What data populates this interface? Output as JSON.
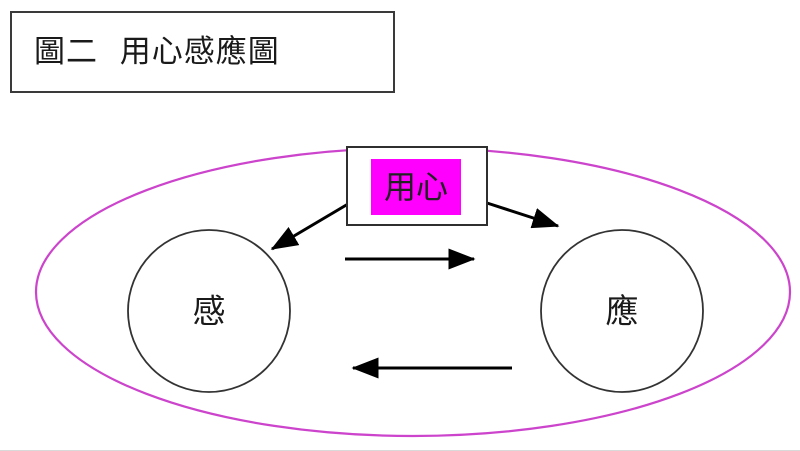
{
  "caption": {
    "text": "圖二  用心感應圖",
    "figure_number": "圖二",
    "figure_title": "用心感應圖"
  },
  "diagram": {
    "boundary": {
      "shape": "ellipse",
      "stroke_color": "#cc44cc"
    },
    "center_node": {
      "label": "用心",
      "highlight_color": "#ff00ff",
      "box_border_color": "#2f2f2f",
      "box_fill": "#ffffff"
    },
    "nodes": [
      {
        "id": "left",
        "label": "感",
        "shape": "circle",
        "stroke_color": "#333333"
      },
      {
        "id": "right",
        "label": "應",
        "shape": "circle",
        "stroke_color": "#333333"
      }
    ],
    "arrows": [
      {
        "id": "center-to-left",
        "from": "用心",
        "to": "感",
        "direction": "down-left",
        "color": "#000000"
      },
      {
        "id": "center-to-right",
        "from": "用心",
        "to": "應",
        "direction": "down-right",
        "color": "#000000"
      },
      {
        "id": "left-to-right",
        "from": "感",
        "to": "應",
        "direction": "right",
        "color": "#000000"
      },
      {
        "id": "right-to-left",
        "from": "應",
        "to": "感",
        "direction": "left",
        "color": "#000000"
      }
    ]
  }
}
